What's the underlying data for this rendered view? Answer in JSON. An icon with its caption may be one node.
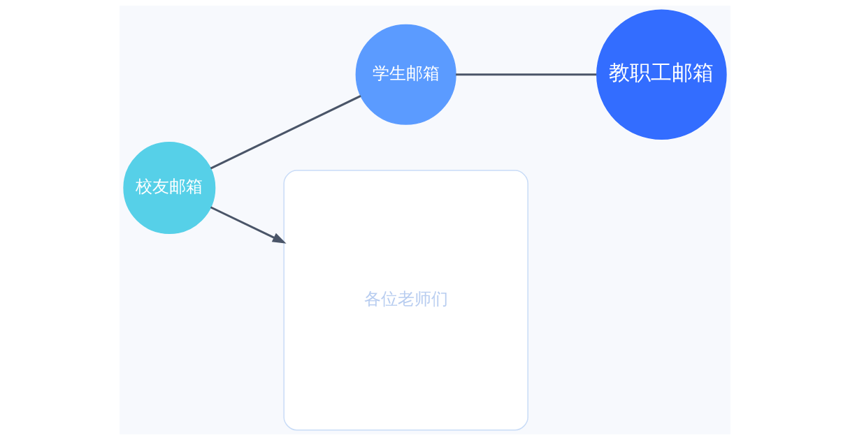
{
  "diagram": {
    "nodes": [
      {
        "text": [
          "校友邮箱"
        ]
      },
      {
        "text": [
          "学生邮箱"
        ]
      },
      {
        "text": [
          "教职工邮箱"
        ]
      },
      {
        "text": [
          "各位老师们"
        ]
      }
    ],
    "edges": [
      {
        "from": 0,
        "to": 1,
        "arrow": "none"
      },
      {
        "from": 1,
        "to": 2,
        "arrow": "none"
      },
      {
        "from": 0,
        "to": 3,
        "arrow": "to"
      }
    ]
  }
}
